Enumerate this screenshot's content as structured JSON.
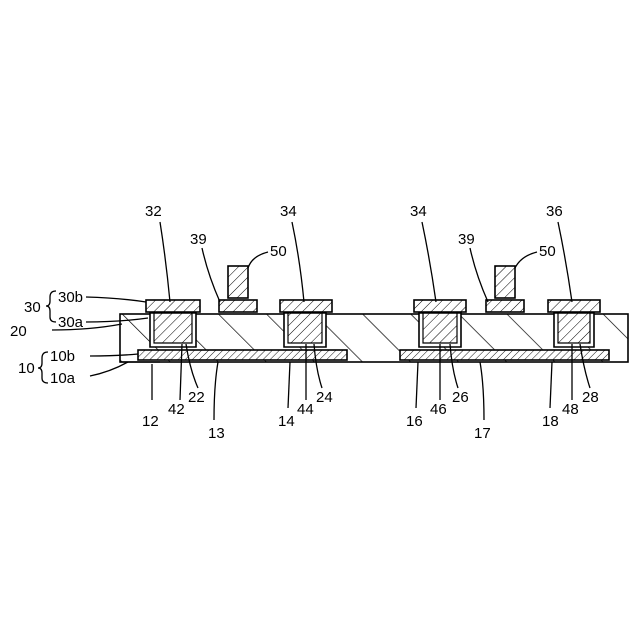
{
  "labels": {
    "l32": "32",
    "l39a": "39",
    "l34a": "34",
    "l50a": "50",
    "l34b": "34",
    "l39b": "39",
    "l50b": "50",
    "l36": "36",
    "l30": "30",
    "l30b": "30b",
    "l30a": "30a",
    "l20": "20",
    "l10": "10",
    "l10b": "10b",
    "l10a": "10a",
    "l12": "12",
    "l42": "42",
    "l22": "22",
    "l13": "13",
    "l14": "14",
    "l44": "44",
    "l24": "24",
    "l16": "16",
    "l46": "46",
    "l26": "26",
    "l17": "17",
    "l18": "18",
    "l48": "48",
    "l28": "28"
  }
}
